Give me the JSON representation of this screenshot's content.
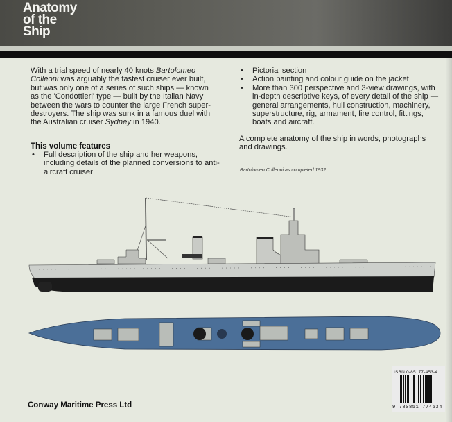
{
  "series_title": [
    "Anatomy",
    "of the",
    "Ship"
  ],
  "intro": {
    "p1": "With a trial speed of nearly 40 knots ",
    "ship_name": "Bartolomeo Colleoni",
    "p2": " was arguably the fastest cruiser ever built, but was only one of a series of such ships — known as the 'Condottieri' type — built by the Italian Navy between the wars to counter the large French super-destroyers. The ship was sunk in a famous duel with the Australian cruiser ",
    "enemy_ship": "Sydney",
    "p3": " in 1940."
  },
  "features": {
    "heading": "This volume features",
    "left_items": [
      "Full description of the ship and her weapons, including details of the planned conversions to anti-aircraft cruiser"
    ],
    "right_items": [
      "Pictorial section",
      "Action painting and colour guide on the jacket",
      "More than 300 perspective and 3-view drawings, with in-depth descriptive keys, of every detail of the ship — general arrangements, hull construction, machinery, superstructure, rig, armament, fire control, fittings, boats and aircraft."
    ]
  },
  "summary": "A complete anatomy of the ship in words, photographs and drawings.",
  "drawing_caption": "Bartolomeo Colleoni as completed 1932",
  "isbn": "ISBN 0-85177-453-4",
  "ean": "9 780851 774534",
  "publisher": "Conway Maritime Press Ltd",
  "colors": {
    "plan_deck": "#4b6f98",
    "hull": "#c9ccc8",
    "boot_topping": "#1a1a1a"
  }
}
